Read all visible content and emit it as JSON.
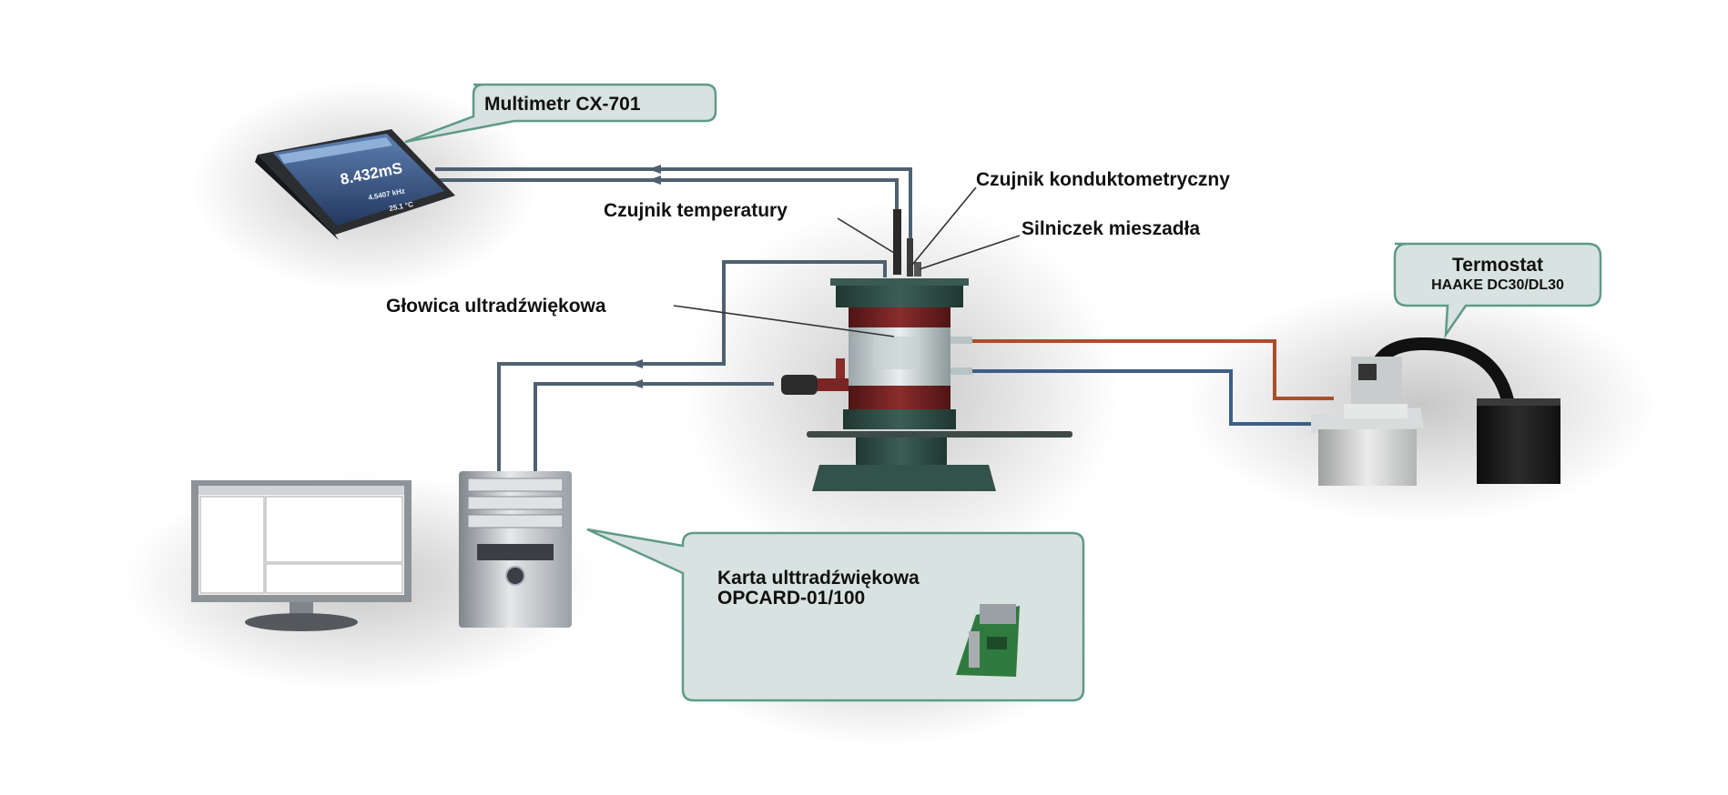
{
  "labels": {
    "multimeter": "Multimetr CX-701",
    "conductivity_sensor": "Czujnik konduktometryczny",
    "temperature_sensor": "Czujnik temperatury",
    "stirrer_motor": "Silniczek mieszadła",
    "ultrasonic_head": "Głowica ultradźwiękowa",
    "thermostat_title": "Termostat",
    "thermostat_model": "HAAKE DC30/DL30",
    "card_title": "Karta ulttradźwiękowa",
    "card_model": "OPCARD-01/100"
  },
  "multimeter_screen": {
    "reading": "8.432mS",
    "secondary": "4.5407 kHz",
    "temp": "25.1 °C"
  },
  "colors": {
    "callout_fill": "#d8e2e0",
    "callout_border": "#5f9a88",
    "cable": "#4f6170",
    "hot_hose": "#a9502a",
    "cold_hose": "#3d5f86",
    "vessel_green": "#2f4f47",
    "vessel_red": "#7a2424"
  }
}
